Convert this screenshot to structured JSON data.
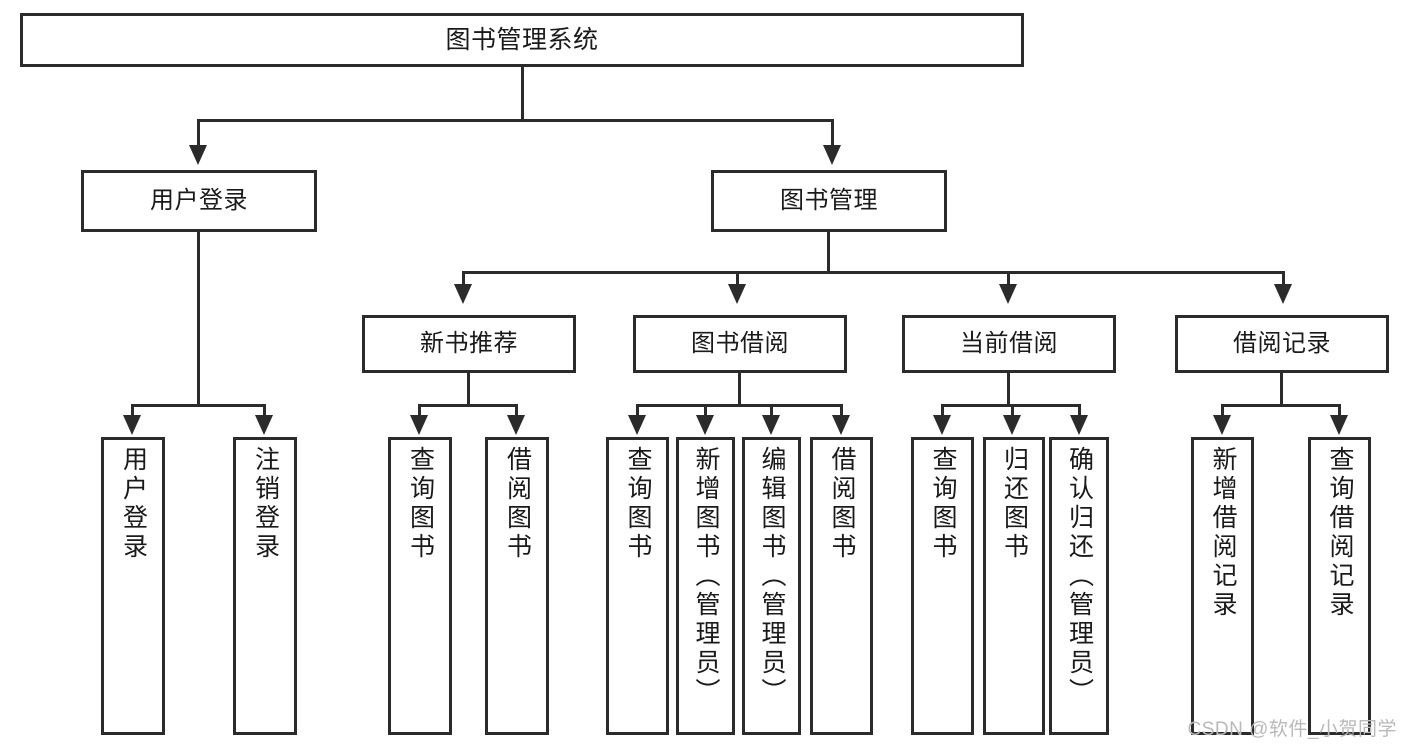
{
  "diagram": {
    "type": "tree-flowchart",
    "root": {
      "label": "图书管理系统"
    },
    "level2": [
      {
        "label": "用户登录"
      },
      {
        "label": "图书管理"
      }
    ],
    "level3": [
      {
        "label": "新书推荐"
      },
      {
        "label": "图书借阅"
      },
      {
        "label": "当前借阅"
      },
      {
        "label": "借阅记录"
      }
    ],
    "leaves": {
      "user_login": [
        {
          "label": "用户登录"
        },
        {
          "label": "注销登录"
        }
      ],
      "new_book_recommend": [
        {
          "label": "查询图书"
        },
        {
          "label": "借阅图书"
        }
      ],
      "book_borrow": [
        {
          "label": "查询图书"
        },
        {
          "label": "新增图书（管理员）"
        },
        {
          "label": "编辑图书（管理员）"
        },
        {
          "label": "借阅图书"
        }
      ],
      "current_borrow": [
        {
          "label": "查询图书"
        },
        {
          "label": "归还图书"
        },
        {
          "label": "确认归还（管理员）"
        }
      ],
      "borrow_record": [
        {
          "label": "新增借阅记录"
        },
        {
          "label": "查询借阅记录"
        }
      ]
    }
  },
  "watermark": {
    "text": "CSDN @软件_小贺同学"
  },
  "colors": {
    "stroke": "#2b2b2b",
    "background": "#ffffff",
    "text": "#1a1a1a",
    "watermark": "#b9b9b9"
  }
}
